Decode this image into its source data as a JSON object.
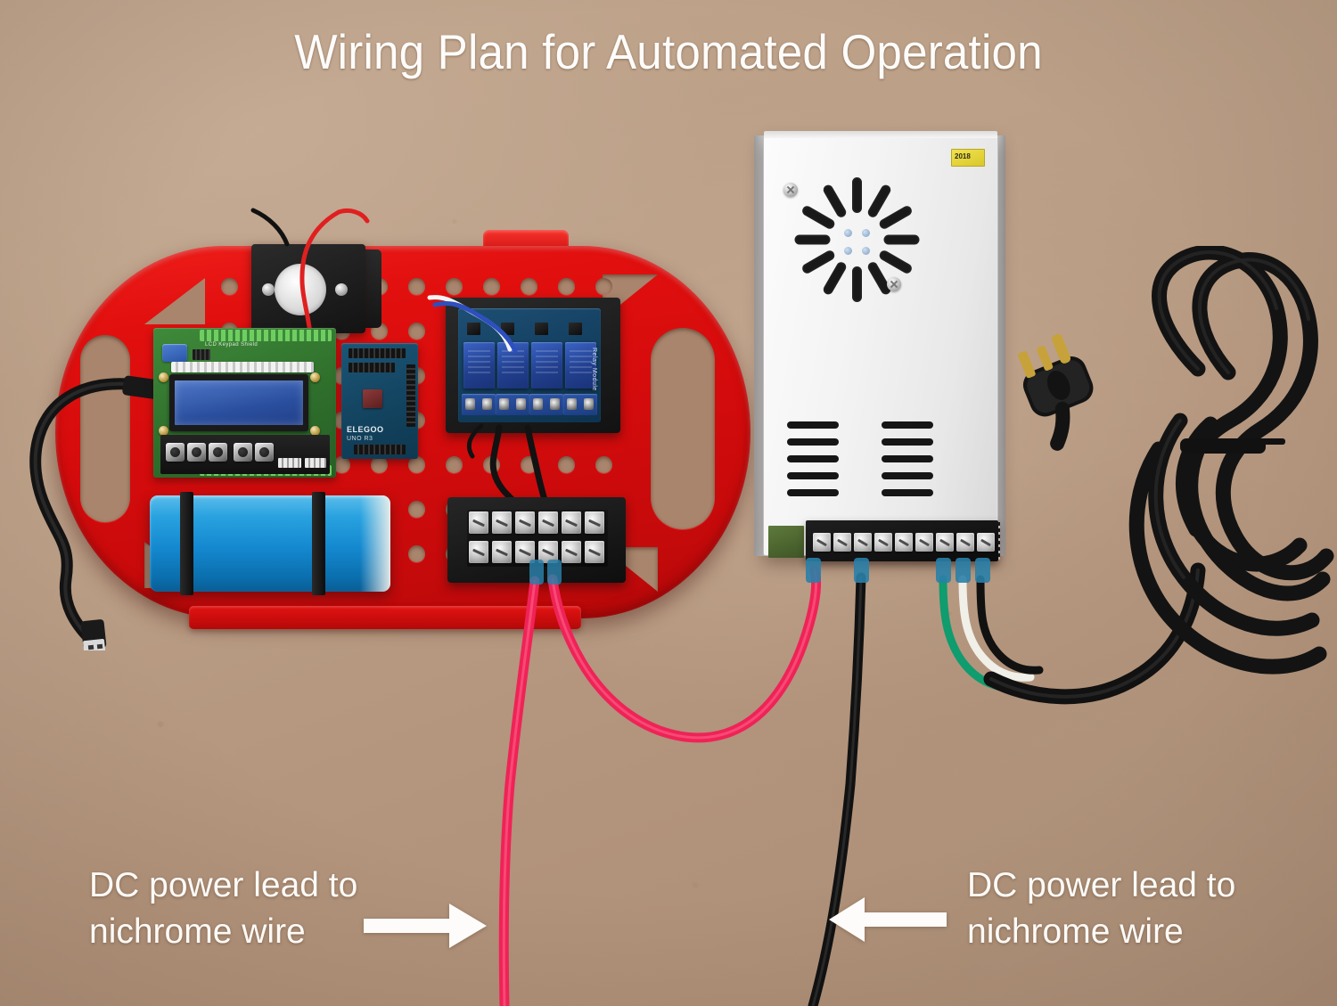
{
  "page": {
    "title": "Wiring Plan for Automated Operation",
    "background_color": "#b79b85",
    "text_color": "#fcfaf7"
  },
  "annotations": [
    {
      "id": "left",
      "line1": "DC power lead to",
      "line2": "nichrome wire",
      "arrow_direction": "right",
      "arrow_color": "#ffffff"
    },
    {
      "id": "right",
      "line1": "DC power lead to",
      "line2": "nichrome wire",
      "arrow_direction": "left",
      "arrow_color": "#ffffff"
    }
  ],
  "components": {
    "chassis": {
      "name": "red-robot-chassis",
      "color": "#d40b0c"
    },
    "lcd_shield": {
      "name": "lcd-keypad-shield",
      "silkscreen": "LCD Keypad Shield",
      "pcb_color": "#2f6f2c",
      "screen_color": "#2a4f9e"
    },
    "arduino": {
      "name": "arduino-uno-board",
      "brand": "ELEGOO",
      "model": "UNO R3",
      "pcb_color": "#134460"
    },
    "relay_module": {
      "name": "four-channel-relay-module",
      "label": "Relay Module",
      "channels": 4,
      "relay_color": "#22408f"
    },
    "terminal_strip": {
      "name": "barrier-terminal-strip",
      "positions": 6,
      "color": "#101010"
    },
    "battery": {
      "name": "battery-pack",
      "color": "#1488cf",
      "straps": 2
    },
    "fan_module": {
      "name": "fan-blower-module",
      "color": "#1a1a1a"
    },
    "power_supply": {
      "name": "dc-power-supply",
      "case_color": "#f3f3f3",
      "sticker_text": "2018",
      "terminal_count": 9,
      "vent_rows": 5
    },
    "ac_cord": {
      "name": "ac-power-cord",
      "color": "#111111",
      "plug_type": "3-prong"
    },
    "usb_cable": {
      "name": "usb-cable",
      "color": "#121212"
    }
  },
  "wires": {
    "dc_positive": "#ef2357",
    "dc_negative": "#111111",
    "ground": "#0f9c6e",
    "neutral": "#f0efe8",
    "signal_white": "#f2f2f2",
    "signal_blue": "#2d4fbf"
  }
}
